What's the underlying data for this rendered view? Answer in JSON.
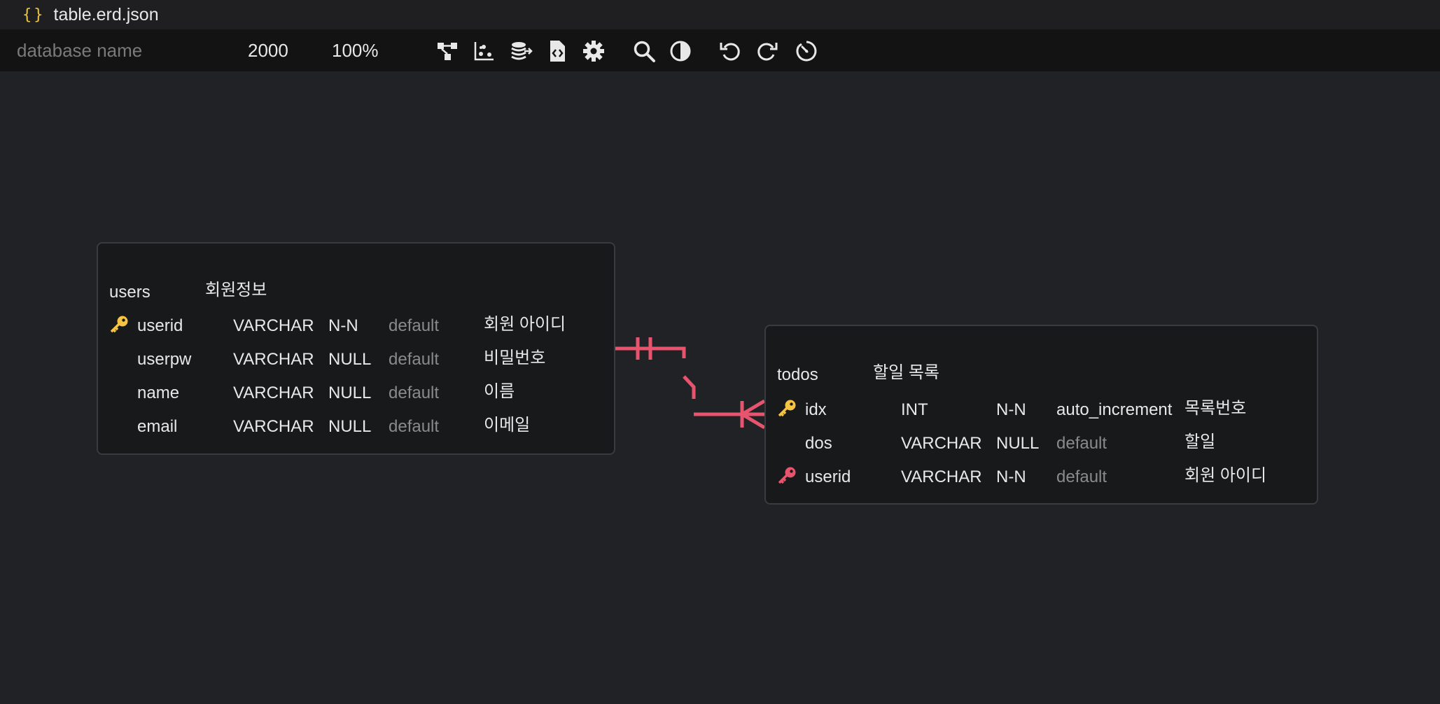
{
  "tab": {
    "title": "table.erd.json",
    "icon": "json-file-icon"
  },
  "toolbar": {
    "database_name_placeholder": "database name",
    "canvas_size": "2000",
    "zoom": "100%"
  },
  "colors": {
    "accent": "#e8546e",
    "primary_key": "#f6c443",
    "background": "#212226"
  },
  "tables": [
    {
      "name": "users",
      "comment": "회원정보",
      "columns": [
        {
          "key": "primary",
          "name": "userid",
          "type": "VARCHAR",
          "nullable": "N-N",
          "default": "default",
          "comment": "회원 아이디"
        },
        {
          "key": "",
          "name": "userpw",
          "type": "VARCHAR",
          "nullable": "NULL",
          "default": "default",
          "comment": "비밀번호"
        },
        {
          "key": "",
          "name": "name",
          "type": "VARCHAR",
          "nullable": "NULL",
          "default": "default",
          "comment": "이름"
        },
        {
          "key": "",
          "name": "email",
          "type": "VARCHAR",
          "nullable": "NULL",
          "default": "default",
          "comment": "이메일"
        }
      ]
    },
    {
      "name": "todos",
      "comment": "할일 목록",
      "columns": [
        {
          "key": "primary",
          "name": "idx",
          "type": "INT",
          "nullable": "N-N",
          "default": "auto_increment",
          "comment": "목록번호"
        },
        {
          "key": "",
          "name": "dos",
          "type": "VARCHAR",
          "nullable": "NULL",
          "default": "default",
          "comment": "할일"
        },
        {
          "key": "foreign",
          "name": "userid",
          "type": "VARCHAR",
          "nullable": "N-N",
          "default": "default",
          "comment": "회원 아이디"
        }
      ]
    }
  ]
}
